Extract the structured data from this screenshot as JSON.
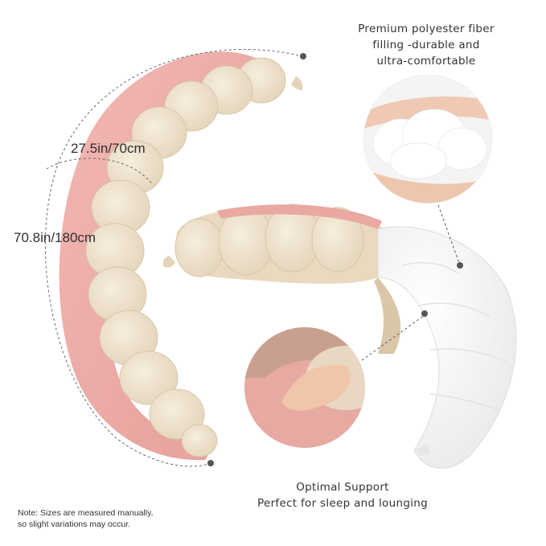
{
  "dimensions": {
    "width_label": "27.5in/70cm",
    "length_label": "70.8in/180cm"
  },
  "callouts": {
    "filling": {
      "line1": "Premium polyester fiber",
      "line2": "filling -durable and",
      "line3": "ultra-comfortable"
    },
    "support": {
      "line1": "Optimal Support",
      "line2": "Perfect for sleep and lounging"
    }
  },
  "note": {
    "line1": "Note: Sizes are measured manually,",
    "line2": "so slight variations may occur."
  },
  "colors": {
    "pink_cover": "#eba7a3",
    "beige_inner": "#efe3cf",
    "white_fill": "#ffffff",
    "dot": "#555555"
  }
}
